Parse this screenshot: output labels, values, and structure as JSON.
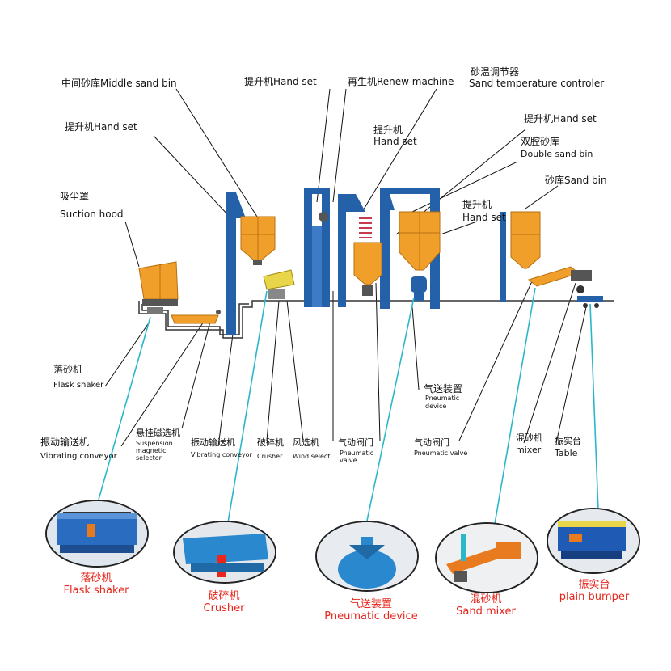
{
  "labels": {
    "middle_sand_bin": "中间砂库Middle sand bin",
    "hand_set_left": "提升机Hand set",
    "hand_set_top": "提升机Hand set",
    "renew_machine": "再生机Renew machine",
    "sand_temp_cn": "砂温调节器",
    "sand_temp_en": "Sand temperature controler",
    "hand_set_right": "提升机Hand set",
    "hoist_mid_cn": "提升机",
    "hoist_mid_en": "Hand set",
    "double_bin_cn": "双腔砂库",
    "double_bin_en": "Double sand bin",
    "sand_bin": "砂库Sand bin",
    "suction_cn": "吸尘罩",
    "suction_en": "Suction hood",
    "hoist_r2_cn": "提升机",
    "hoist_r2_en": "Hand set",
    "flask_cn": "落砂机",
    "flask_en": "Flask shaker",
    "pneumatic_cn": "气送装置",
    "pneumatic_en1": "Pneumatic",
    "pneumatic_en2": "device",
    "vib_conv_cn": "振动输送机",
    "vib_conv_en": "Vibrating conveyor",
    "susp_cn": "悬挂磁选机",
    "susp_en1": "Suspension",
    "susp_en2": "magnetic",
    "susp_en3": "selector",
    "vib2_cn": "振动输送机",
    "vib2_en": "Vibrating conveyor",
    "crusher_cn": "破碎机",
    "crusher_en": "Crusher",
    "wind_cn": "风选机",
    "wind_en": "Wind select",
    "pvalve1_cn": "气动阀门",
    "pvalve1_en1": "Pneumatic",
    "pvalve1_en2": "valve",
    "pvalve2_cn": "气动阀门",
    "pvalve2_en": "Pneumatic valve",
    "mixer_cn": "混砂机",
    "mixer_en": "mixer",
    "table_cn": "振实台",
    "table_en": "Table"
  },
  "details": [
    {
      "cn": "落砂机",
      "en": "Flask shaker"
    },
    {
      "cn": "破碎机",
      "en": "Crusher"
    },
    {
      "cn": "气送装置",
      "en": "Pneumatic device"
    },
    {
      "cn": "混砂机",
      "en": "Sand mixer"
    },
    {
      "cn": "振实台",
      "en": "plain bumper"
    }
  ],
  "colors": {
    "blue": "#2461a8",
    "orange": "#f0a02a",
    "cyan": "#2ab7c9",
    "red": "#e8261c"
  }
}
